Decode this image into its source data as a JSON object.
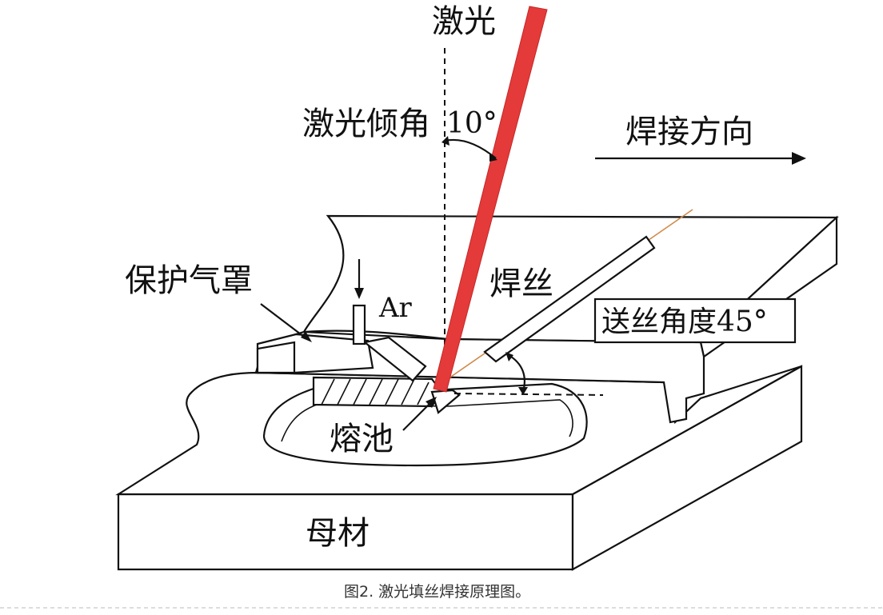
{
  "labels": {
    "laser": "激光",
    "laser_tilt_angle": "激光倾角",
    "laser_tilt_value": "10°",
    "welding_direction": "焊接方向",
    "shielding_gas_hood": "保护气罩",
    "argon": "Ar",
    "wire": "焊丝",
    "wire_feed_angle": "送丝角度45°",
    "molten_pool": "熔池",
    "base_metal": "母材"
  },
  "caption": "图2. 激光填丝焊接原理图。",
  "colors": {
    "laser_beam": "#e53a3a",
    "lines": "#111111",
    "background": "#ffffff"
  }
}
